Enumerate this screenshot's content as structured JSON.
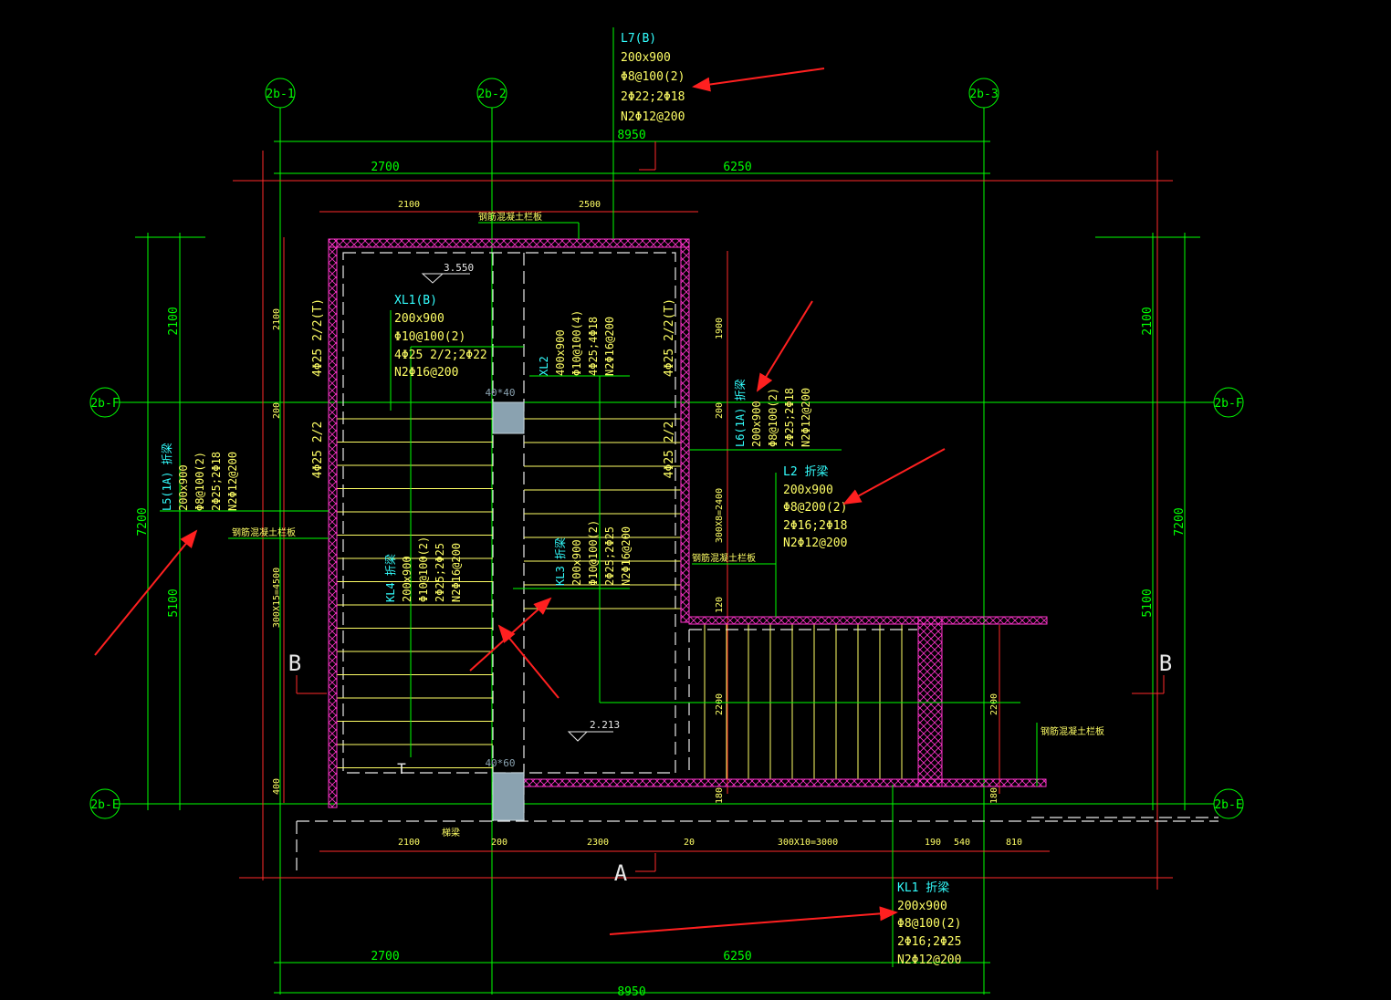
{
  "colors": {
    "background": "#000000",
    "axis": "#00ff00",
    "wall": "#ff33cc",
    "dimension": "#ff2a2a",
    "stair": "#ffff66",
    "label_cyan": "#33ffff",
    "label_yellow": "#ffff66",
    "column": "#8aa2b0",
    "arrow": "#ff2020"
  },
  "axes": {
    "2b-1": "2b-1",
    "2b-2": "2b-2",
    "2b-3": "2b-3",
    "2b-F": "2b-F",
    "2b-E": "2b-E"
  },
  "dims": {
    "top_total": "8950",
    "top_left": "2700",
    "top_right": "6250",
    "top_inner_left": "2100",
    "top_inner_right": "2500",
    "bottom_total": "8950",
    "bottom_left": "2700",
    "bottom_right": "6250",
    "bottom_seg": [
      "2100",
      "200",
      "2300",
      "20",
      "300X10=3000",
      "190",
      "540",
      "810"
    ],
    "left_top": "2100",
    "left_total": "7200",
    "left_bottom": "5100",
    "right_top": "2100",
    "right_total": "7200",
    "right_bottom": "5100",
    "inner_left_2100": "2100",
    "inner_left_200": "200",
    "inner_left_stair": "300X15=4500",
    "inner_left_400": "400",
    "inner_right_1900": "1900",
    "inner_right_200": "200",
    "inner_right_stair": "300X8=2400",
    "inner_right_120": "120",
    "inner_right_2200": "2200",
    "inner_right_180": "180",
    "far_right_2200": "2200",
    "far_right_180": "180"
  },
  "labels": {
    "L7": {
      "name": "L7(B)",
      "l1": "200x900",
      "l2": "Φ8@100(2)",
      "l3": "2Φ22;2Φ18",
      "l4": "N2Φ12@200"
    },
    "XL1": {
      "name": "XL1(B)",
      "l1": "200x900",
      "l2": "Φ10@100(2)",
      "l3": "4Φ25 2/2;2Φ22",
      "l4": "N2Φ16@200"
    },
    "XL2": {
      "name": "XL2",
      "l1": "400x900",
      "l2": "Φ10@100(4)",
      "l3": "4Φ25;4Φ18",
      "l4": "N2Φ16@200"
    },
    "L6": {
      "name": "L6(1A) 折梁",
      "l1": "200x900",
      "l2": "Φ8@100(2)",
      "l3": "2Φ25;2Φ18",
      "l4": "N2Φ12@200"
    },
    "L2": {
      "name": "L2 折梁",
      "l1": "200x900",
      "l2": "Φ8@200(2)",
      "l3": "2Φ16;2Φ18",
      "l4": "N2Φ12@200"
    },
    "L5": {
      "name": "L5(1A) 折梁",
      "l1": "200x900",
      "l2": "Φ8@100(2)",
      "l3": "2Φ25;2Φ18",
      "l4": "N2Φ12@200"
    },
    "KL4": {
      "name": "KL4 折梁",
      "l1": "200x900",
      "l2": "Φ10@100(2)",
      "l3": "2Φ25;2Φ25",
      "l4": "N2Φ16@200"
    },
    "KL3": {
      "name": "KL3 折梁",
      "l1": "200x900",
      "l2": "Φ10@100(2)",
      "l3": "2Φ25;2Φ25",
      "l4": "N2Φ16@200"
    },
    "KL1": {
      "name": "KL1 折梁",
      "l1": "200x900",
      "l2": "Φ8@100(2)",
      "l3": "2Φ16;2Φ25",
      "l4": "N2Φ12@200"
    },
    "rail_top": "钢筋混凝土栏板",
    "rail_left": "钢筋混凝土栏板",
    "rail_mid": "钢筋混凝土栏板",
    "rail_right": "钢筋混凝土栏板",
    "beam_bottom": "梯梁",
    "elev_top": "3.550",
    "elev_bottom": "2.213",
    "col_top": "40*40",
    "col_bottom": "40*60",
    "rebar_left_top": "4Φ25 2/2(T)",
    "rebar_left_mid": "4Φ25 2/2",
    "rebar_right_top": "4Φ25 2/2(T)",
    "rebar_right_mid": "4Φ25 2/2",
    "section_B_left": "B",
    "section_B_right": "B",
    "section_A": "A",
    "mark_T": "T"
  }
}
